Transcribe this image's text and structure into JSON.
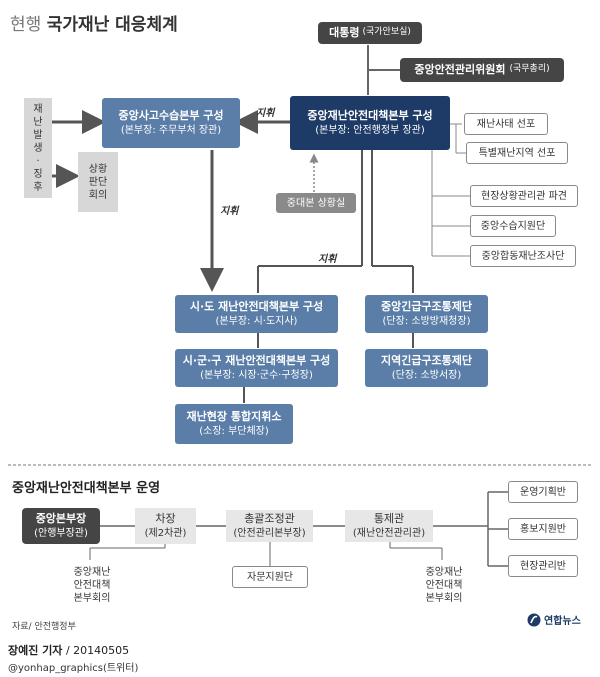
{
  "header": {
    "prefix": "현행",
    "title": "국가재난 대응체계"
  },
  "top": {
    "president": "대통령",
    "president_sub": "(국가안보실)",
    "committee": "중앙안전관리위원회",
    "committee_sub": "(국무총리)"
  },
  "hq": {
    "title": "중앙재난안전대책본부 구성",
    "sub": "(본부장: 안전행정부 장관)"
  },
  "accident_hq": {
    "title": "중앙사고수습본부 구성",
    "sub": "(본부장: 주무부처 장관)"
  },
  "left_side": {
    "occurrence": [
      "재",
      "난",
      "발",
      "생",
      "·",
      "징",
      "후"
    ],
    "situation": [
      "상황",
      "판단",
      "회의"
    ]
  },
  "situation_room": "중대본 상황실",
  "command_label": "지휘",
  "right_actions": [
    "재난사태 선포",
    "특별재난지역 선포"
  ],
  "right_units": [
    "현장상황관리관 파견",
    "중앙수습지원단",
    "중앙합동재난조사단"
  ],
  "sido_hq": {
    "title": "시·도 재난안전대책본부 구성",
    "sub": "(본부장: 시·도지사)"
  },
  "sigungu_hq": {
    "title": "시·군·구 재난안전대책본부 구성",
    "sub": "(본부장: 시장·군수·구청장)"
  },
  "field_command": {
    "title": "재난현장 통합지휘소",
    "sub": "(소장: 부단체장)"
  },
  "central_rescue": {
    "title": "중앙긴급구조통제단",
    "sub": "(단장: 소방방재청장)"
  },
  "regional_rescue": {
    "title": "지역긴급구조통제단",
    "sub": "(단장: 소방서장)"
  },
  "operation": {
    "title": "중앙재난안전대책본부 운영",
    "deputy": "중앙본부장",
    "deputy_sub": "(안행부장관)",
    "vice": "차장",
    "vice_sub": "(제2차관)",
    "coordinator": "총괄조정관",
    "coordinator_sub": "(안전관리본부장)",
    "controller": "통제관",
    "controller_sub": "(재난안전관리관)",
    "meeting_left": [
      "중앙재난",
      "안전대책",
      "본부회의"
    ],
    "advisory": "자문지원단",
    "meeting_right": [
      "중앙재난",
      "안전대책",
      "본부회의"
    ],
    "right_teams": [
      "운영기획반",
      "홍보지원반",
      "현장관리반"
    ]
  },
  "footer": {
    "source": "자료/ 안전행정부",
    "logo": "연합뉴스",
    "reporter": "장예진 기자",
    "date": "/ 20140505",
    "handle": "@yonhap_graphics(트위터)"
  },
  "colors": {
    "navy": "#1e3a66",
    "steel": "#5a7ea8",
    "dark_gray": "#454545",
    "mid_gray": "#8a8a8a",
    "panel": "#e7e7e7"
  }
}
